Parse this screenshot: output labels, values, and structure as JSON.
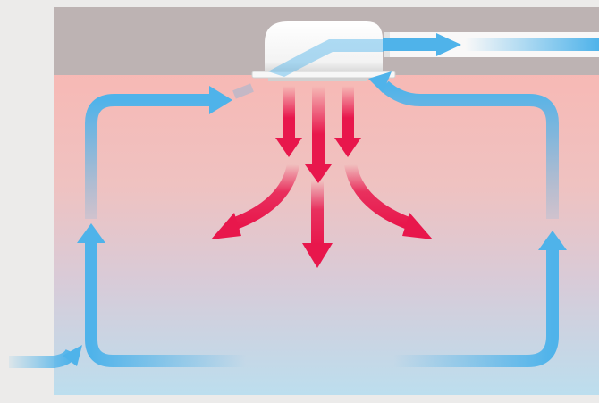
{
  "diagram": {
    "type": "ceiling-cassette-airflow",
    "colors": {
      "outer_background": "#ecebea",
      "ceiling_void": "#bcb2b2",
      "room_warm_top": "#f6bcb8",
      "room_mid": "#e4c9d0",
      "room_cool_bottom": "#bcdcec",
      "return_air_blue": "#4fb3ea",
      "supply_air_red": "#e8174c",
      "unit_body": "#ffffff",
      "unit_shadow": "#cfcfcf",
      "duct_trim": "#e3e3e3"
    },
    "elements": {
      "ceiling_unit": {
        "icon": "air-conditioner-cassette-icon"
      },
      "exhaust_duct_arrow": {
        "icon": "arrow-right-icon",
        "color": "blue"
      },
      "supply_arrows": {
        "count": 5,
        "color": "red",
        "directions": [
          "down",
          "down",
          "down",
          "down-left",
          "down-right"
        ]
      },
      "return_loop_arrows": {
        "count": 5,
        "color": "blue"
      }
    }
  }
}
